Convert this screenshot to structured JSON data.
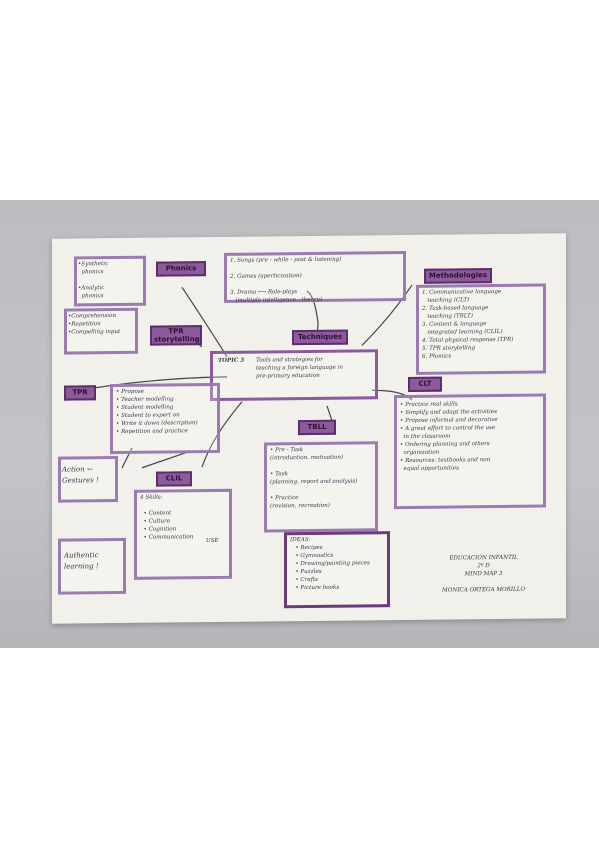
{
  "center": {
    "title": "TOPIC 3",
    "text": "Tools and strategies for\nteaching a foreign language in\npre-primary education"
  },
  "labels": {
    "phonics": "Phonics",
    "tpr_story": "TPR\nstorytelling",
    "techniques": "Techniques",
    "methodologies": "Methodologies",
    "tpr": "TPR",
    "clil": "CLIL",
    "task": "TBLL",
    "clt": "CLT"
  },
  "phonics_items": "•Synthetic\n  phonics\n\n•Analytic\n  phonics",
  "tpr_story_items": "•Comprehension\n•Repetition\n•Compelling input",
  "techniques_items": "1. Songs (pre - while - post & listening)\n\n2. Games (aperticization)\n\n3. Drama ⟷ Role-plays\n   (multiple intelligence - theory)",
  "method_items": "1. Communicative language\n   teaching (CLT)\n2. Task-based language\n   teaching (TBLT)\n3. Content & language\n   integrated learning (CLIL)\n4. Total physical response (TPR)\n5. TPR storytelling\n6. Phonics",
  "tpr_items": "• Propose\n• Teacher modelling\n• Student modelling\n• Student to expert on\n• Write it down (description)\n• Repetition and practice",
  "action": "Action ←\nGestures !",
  "clil_items": "4 Skills:\n\n  • Content\n  • Culture\n  • Cognition\n  • Communication",
  "use": "USE",
  "authentic": "Authentic\nlearning !",
  "task_items": "• Pre - Task\n(introduction, motivation)\n\n• Task\n(planning, report and analysis)\n\n• Practice\n(revision, recreation)",
  "ideas": "IDEAS:\n   • Recipes\n   • Gymnastics\n   • Drawing/painting pieces\n   • Puzzles\n   • Crafts\n   • Picture books",
  "clt_items": "• Practice real skills\n• Simplify and adapt the activities\n• Propose informal and decorative\n• A great effort to control the use\n  in the classroom\n• Ordering planning and others\n  organization\n• Resources: textbooks and non\n  equal opportunities",
  "signature": "EDUCACIÓN INFANTIL\n2º D\nMIND MAP 3\n\nMONICA ORTEGA MORILLO"
}
